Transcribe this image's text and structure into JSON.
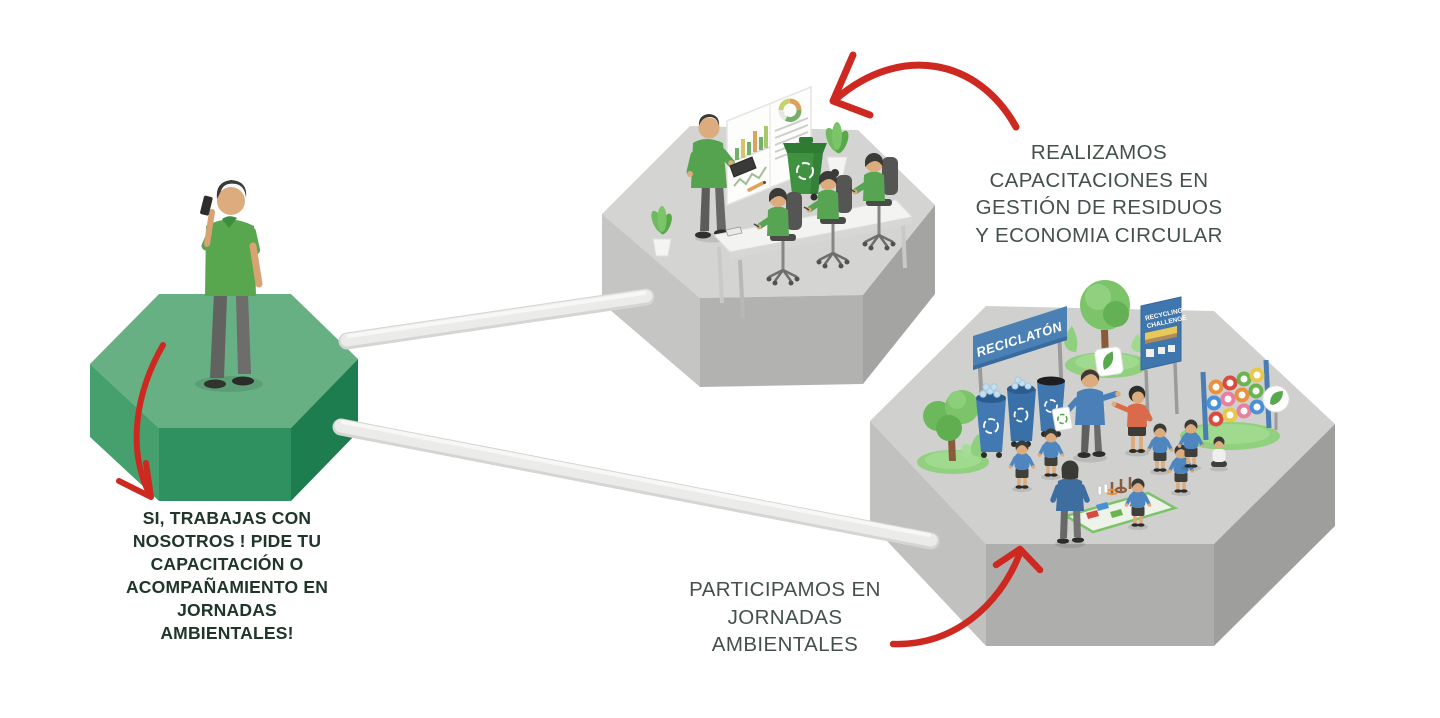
{
  "colors": {
    "background": "#ffffff",
    "platform_green": "#67b083",
    "platform_gray": "#d4d4d2",
    "arrow_red": "#ce2920",
    "banner_blue": "#4b80b4",
    "shirt_green": "#57a452",
    "shirt_blue": "#4f86c0",
    "caption_dark": "#20362a",
    "caption_soft": "#43514a"
  },
  "diagram": {
    "office_node": {
      "caption_lines": [
        "SI, TRABAJAS CON",
        "NOSOTROS ! PIDE TU",
        "CAPACITACIÓN O",
        "ACOMPAÑAMIENTO EN",
        "JORNADAS",
        "AMBIENTALES!"
      ]
    },
    "training_node": {
      "caption_lines": [
        "REALIZAMOS",
        "CAPACITACIONES EN",
        "GESTIÓN DE RESIDUOS",
        "Y ECONOMIA CIRCULAR"
      ]
    },
    "event_node": {
      "caption_lines": [
        "PARTICIPAMOS EN",
        "JORNADAS",
        "AMBIENTALES"
      ],
      "banner_label": "RECICLATÓN",
      "challenge_sign": {
        "line1": "RECYCLING",
        "line2": "CHALLENGE"
      }
    }
  }
}
